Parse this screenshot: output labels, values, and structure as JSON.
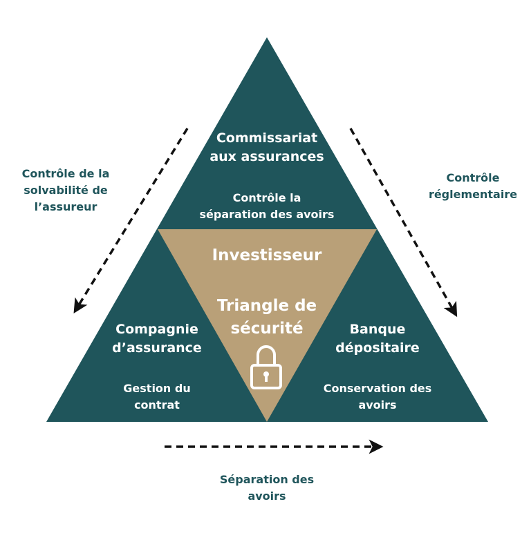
{
  "colors": {
    "teal": "#1f555b",
    "gold": "#b9a078",
    "white": "#ffffff",
    "arrow": "#111111"
  },
  "top_node": {
    "title_line1": "Commissariat",
    "title_line2": "aux assurances",
    "role_line1": "Contrôle la",
    "role_line2": "séparation des avoirs"
  },
  "left_node": {
    "title_line1": "Compagnie",
    "title_line2": "d’assurance",
    "role_line1": "Gestion du",
    "role_line2": "contrat"
  },
  "right_node": {
    "title_line1": "Banque",
    "title_line2": "dépositaire",
    "role_line1": "Conservation des",
    "role_line2": "avoirs"
  },
  "center": {
    "top_label": "Investisseur",
    "title_line1": "Triangle de",
    "title_line2": "sécurité",
    "icon": "padlock-icon"
  },
  "edge_left": {
    "line1": "Contrôle de la",
    "line2": "solvabilité de",
    "line3": "l’assureur"
  },
  "edge_right": {
    "line1": "Contrôle",
    "line2": "réglementaire"
  },
  "edge_bottom": {
    "line1": "Séparation des",
    "line2": "avoirs"
  }
}
